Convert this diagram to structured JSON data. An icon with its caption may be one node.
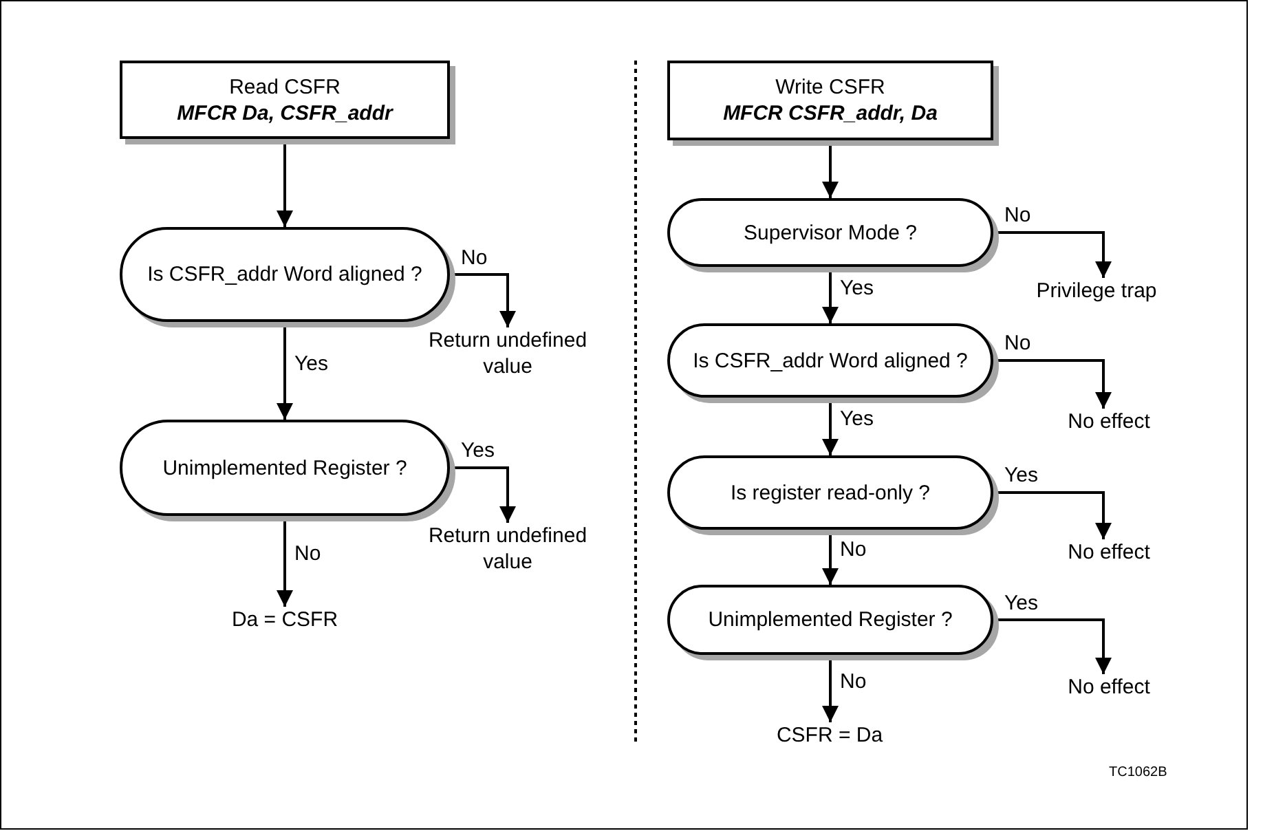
{
  "diagram": {
    "nodes": [
      {
        "text": [
          "Read CSFR",
          "MFCR Da, CSFR_addr"
        ]
      },
      {
        "text": [
          "Is CSFR_addr Word aligned ?"
        ]
      },
      {
        "text": [
          "Return undefined value"
        ]
      },
      {
        "text": [
          "Unimplemented Register ?"
        ]
      },
      {
        "text": [
          "Return undefined value"
        ]
      },
      {
        "text": [
          "Da = CSFR"
        ]
      },
      {
        "text": [
          "Write CSFR",
          "MFCR CSFR_addr, Da"
        ]
      },
      {
        "text": [
          "Supervisor Mode ?"
        ]
      },
      {
        "text": [
          "Privilege trap"
        ]
      },
      {
        "text": [
          "Is CSFR_addr Word aligned ?"
        ]
      },
      {
        "text": [
          "No effect"
        ]
      },
      {
        "text": [
          "Is register read-only ?"
        ]
      },
      {
        "text": [
          "No effect"
        ]
      },
      {
        "text": [
          "Unimplemented Register ?"
        ]
      },
      {
        "text": [
          "No effect"
        ]
      },
      {
        "text": [
          "CSFR = Da"
        ]
      }
    ],
    "edges": [
      {
        "from": 0,
        "to": 1,
        "arrow": "to"
      },
      {
        "from": 1,
        "to": 2,
        "arrow": "to",
        "label": "No"
      },
      {
        "from": 1,
        "to": 3,
        "arrow": "to",
        "label": "Yes"
      },
      {
        "from": 3,
        "to": 4,
        "arrow": "to",
        "label": "Yes"
      },
      {
        "from": 3,
        "to": 5,
        "arrow": "to",
        "label": "No"
      },
      {
        "from": 6,
        "to": 7,
        "arrow": "to"
      },
      {
        "from": 7,
        "to": 8,
        "arrow": "to",
        "label": "No"
      },
      {
        "from": 7,
        "to": 9,
        "arrow": "to",
        "label": "Yes"
      },
      {
        "from": 9,
        "to": 10,
        "arrow": "to",
        "label": "No"
      },
      {
        "from": 9,
        "to": 11,
        "arrow": "to",
        "label": "Yes"
      },
      {
        "from": 11,
        "to": 12,
        "arrow": "to",
        "label": "Yes"
      },
      {
        "from": 11,
        "to": 13,
        "arrow": "to",
        "label": "No"
      },
      {
        "from": 13,
        "to": 14,
        "arrow": "to",
        "label": "Yes"
      },
      {
        "from": 13,
        "to": 15,
        "arrow": "to",
        "label": "No"
      }
    ],
    "labels": [
      "TC1062B"
    ]
  }
}
